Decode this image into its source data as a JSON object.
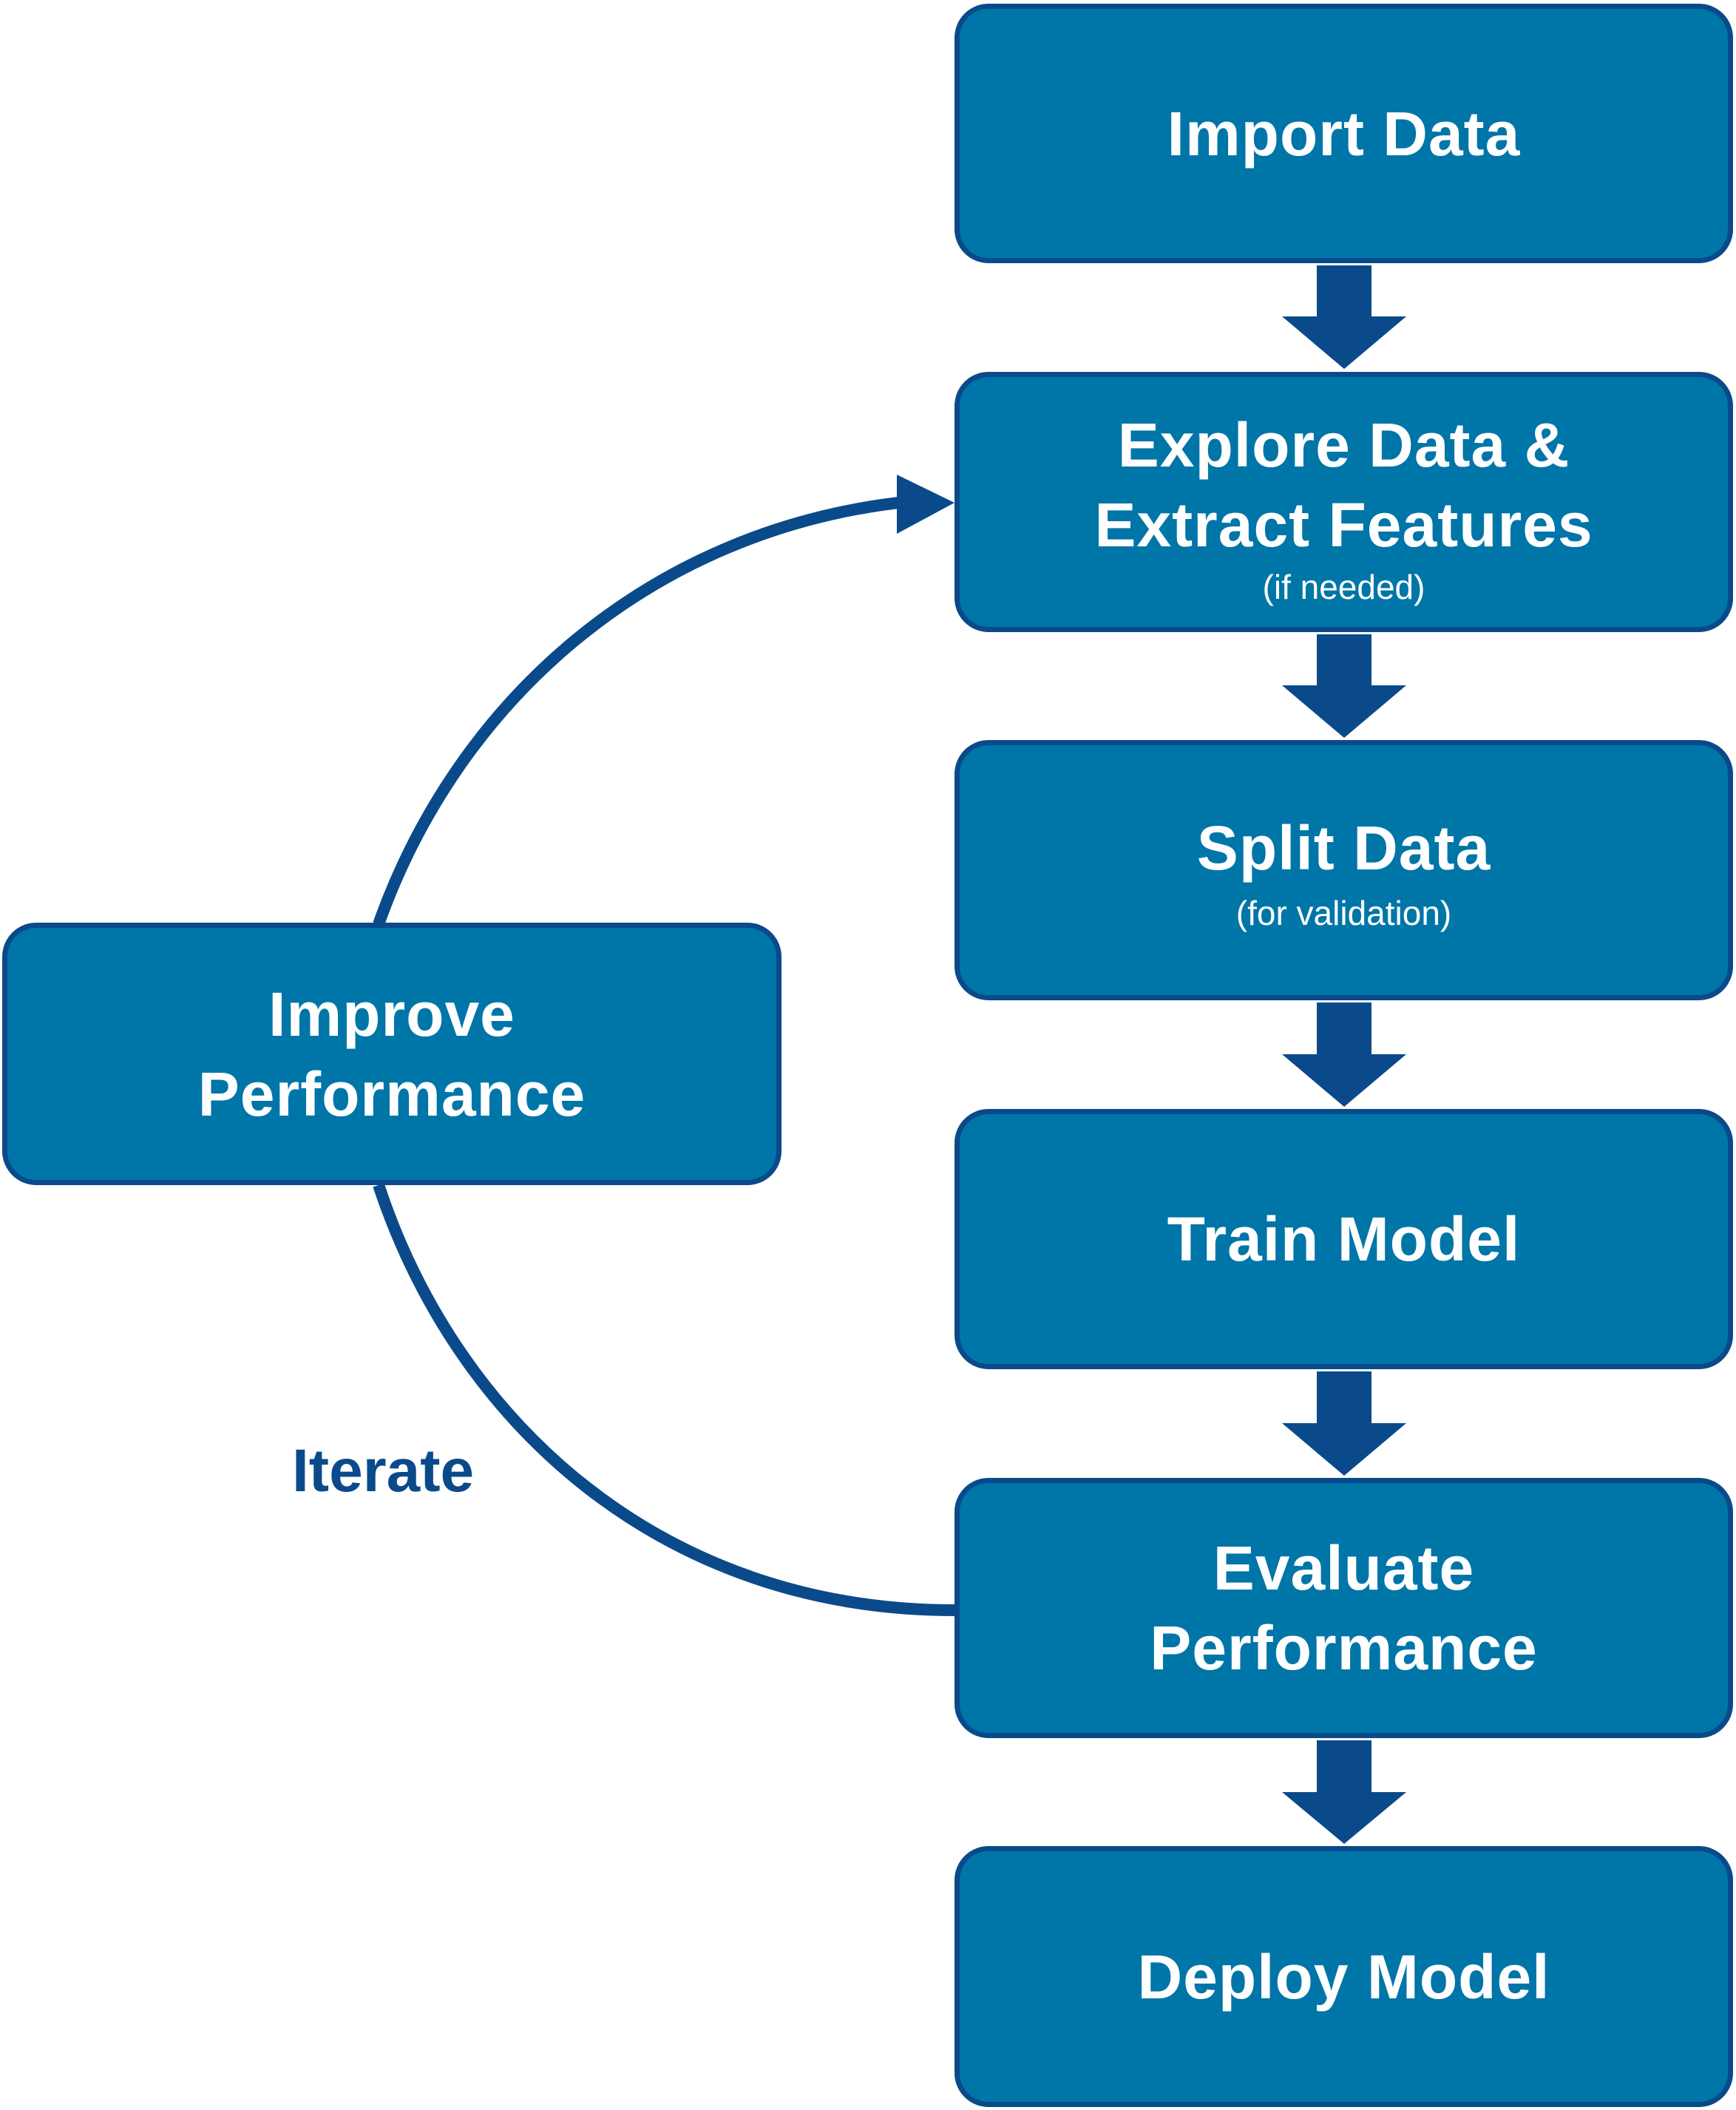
{
  "colors": {
    "box_fill": "#0075A8",
    "box_border": "#0A4A8A",
    "arrow": "#0A4A8A",
    "text": "#FFFFFF",
    "label": "#0A4A8A"
  },
  "steps": [
    {
      "title": "Import Data",
      "sub": ""
    },
    {
      "title_lines": [
        "Explore Data &",
        "Extract Features"
      ],
      "sub": "(if needed)"
    },
    {
      "title": "Split Data",
      "sub": "(for validation)"
    },
    {
      "title": "Train Model",
      "sub": ""
    },
    {
      "title_lines": [
        "Evaluate",
        "Performance"
      ],
      "sub": ""
    },
    {
      "title": "Deploy Model",
      "sub": ""
    }
  ],
  "loop": {
    "box_lines": [
      "Improve",
      "Performance"
    ],
    "label": "Iterate"
  }
}
